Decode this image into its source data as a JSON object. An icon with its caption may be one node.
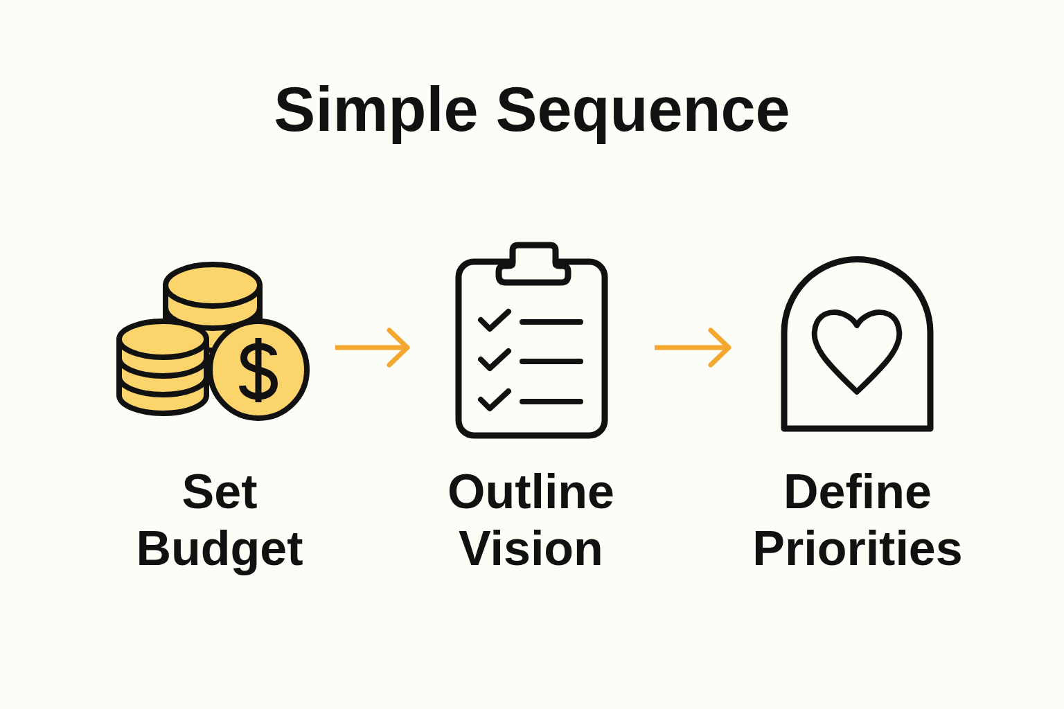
{
  "diagram": {
    "title": "Simple Sequence",
    "nodes": [
      {
        "text": [
          "Set Budget"
        ]
      },
      {
        "text": [
          "Outline Vision"
        ]
      },
      {
        "text": [
          "Define Priorities"
        ]
      }
    ],
    "edges": [
      {
        "from": 0,
        "to": 1,
        "arrow": "to"
      },
      {
        "from": 1,
        "to": 2,
        "arrow": "to"
      }
    ]
  }
}
